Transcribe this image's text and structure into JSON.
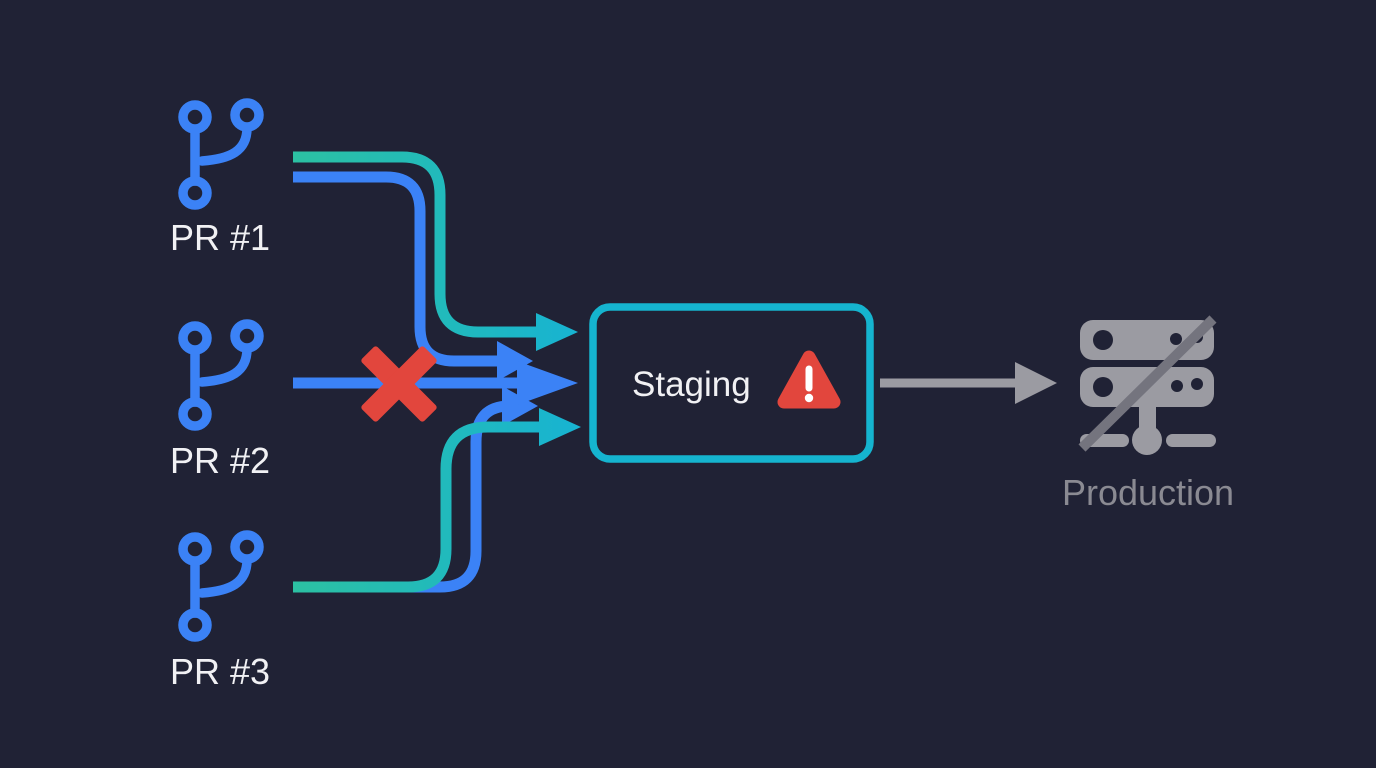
{
  "colors": {
    "background": "#202235",
    "blue": "#3b82f6",
    "teal_start": "#2cc1a2",
    "teal_end": "#17b3d3",
    "cyan_border": "#15b4cf",
    "red": "#e2463d",
    "gray": "#9b9ba2",
    "slash_gray": "#74747e",
    "text_light": "#f1f1f4",
    "text_gray": "#8a8a92"
  },
  "nodes": {
    "pr1": {
      "label": "PR #1",
      "icon": "git-branch-icon"
    },
    "pr2": {
      "label": "PR #2",
      "icon": "git-branch-icon"
    },
    "pr3": {
      "label": "PR #3",
      "icon": "git-branch-icon"
    },
    "staging": {
      "label": "Staging",
      "icon": "warning-triangle-icon"
    },
    "production": {
      "label": "Production",
      "icon": "server-icon",
      "state_marker": "blocked-slash"
    }
  },
  "edges": [
    {
      "from": "pr1",
      "to": "staging",
      "lines": [
        "blue",
        "teal"
      ]
    },
    {
      "from": "pr2",
      "to": "staging",
      "lines": [
        "blue"
      ],
      "marker": "red-x"
    },
    {
      "from": "pr3",
      "to": "staging",
      "lines": [
        "blue",
        "teal"
      ]
    },
    {
      "from": "staging",
      "to": "production",
      "lines": [
        "gray-arrow"
      ]
    }
  ]
}
